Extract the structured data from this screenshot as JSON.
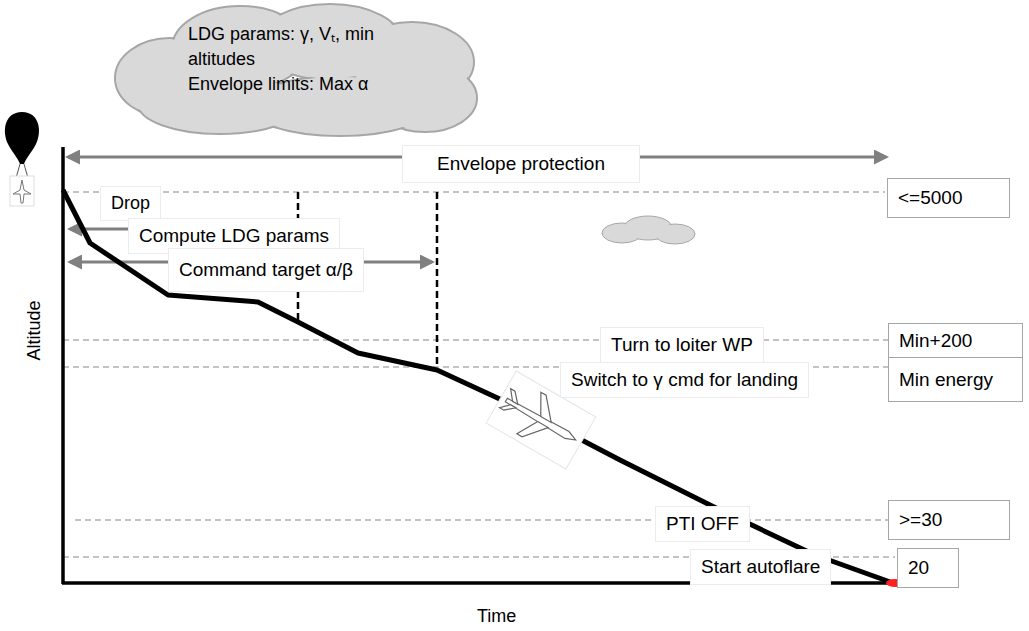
{
  "diagram": {
    "nodes": [
      {
        "text": [
          "LDG params: γ, Vₜ, min altitudes",
          "Envelope limits: Max α"
        ]
      },
      {
        "text": [
          "<=5000"
        ]
      },
      {
        "text": [
          "Min+200"
        ]
      },
      {
        "text": [
          "Min energy"
        ]
      },
      {
        "text": [
          ">=30"
        ]
      },
      {
        "text": [
          "20"
        ]
      }
    ],
    "labels": [
      "Envelope protection",
      "Drop",
      "Compute LDG params",
      "Command target α/β",
      "Turn to loiter WP",
      "Switch to γ cmd for landing",
      "PTI OFF",
      "Start autoflare",
      "Altitude",
      "Time"
    ]
  }
}
